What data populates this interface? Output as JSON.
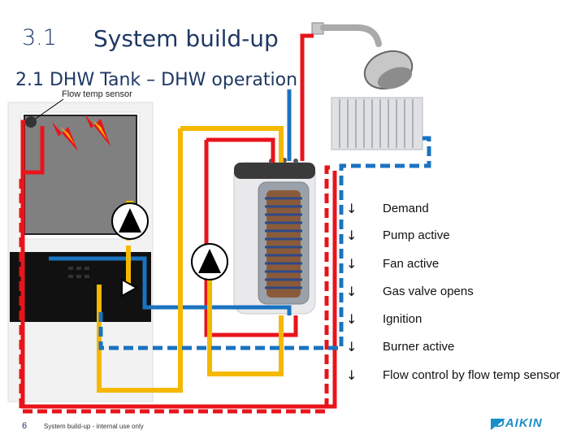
{
  "header": {
    "section_number": "3.1",
    "section_title": "System build-up",
    "subtitle": "2.1 DHW Tank – DHW operation"
  },
  "labels": {
    "flow_temp_sensor": "Flow temp sensor"
  },
  "steps": [
    {
      "arrow": "↓",
      "text": "Demand"
    },
    {
      "arrow": "↓",
      "text": "Pump active"
    },
    {
      "arrow": "↓",
      "text": "Fan active"
    },
    {
      "arrow": "↓",
      "text": "Gas valve opens"
    },
    {
      "arrow": "↓",
      "text": "Ignition"
    },
    {
      "arrow": "↓",
      "text": "Burner active"
    },
    {
      "arrow": "↓",
      "text": "Flow control by  flow temp sensor"
    }
  ],
  "footer": {
    "page_number": "6",
    "text": "System build-up - internal use only"
  },
  "logo": {
    "text": "DAIKIN"
  },
  "colors": {
    "title": "#1f3864",
    "hot_pipe": "#e8141b",
    "cold_pipe": "#1a73c0",
    "heating_pipe": "#f5b800",
    "return_dashed_red": "#e8141b",
    "return_dashed_blue": "#1a73c0",
    "logo": "#1a8ec9"
  },
  "icons": [
    "flame-icon",
    "pump-icon",
    "shower-icon",
    "radiator-icon",
    "sensor-dot-icon"
  ]
}
